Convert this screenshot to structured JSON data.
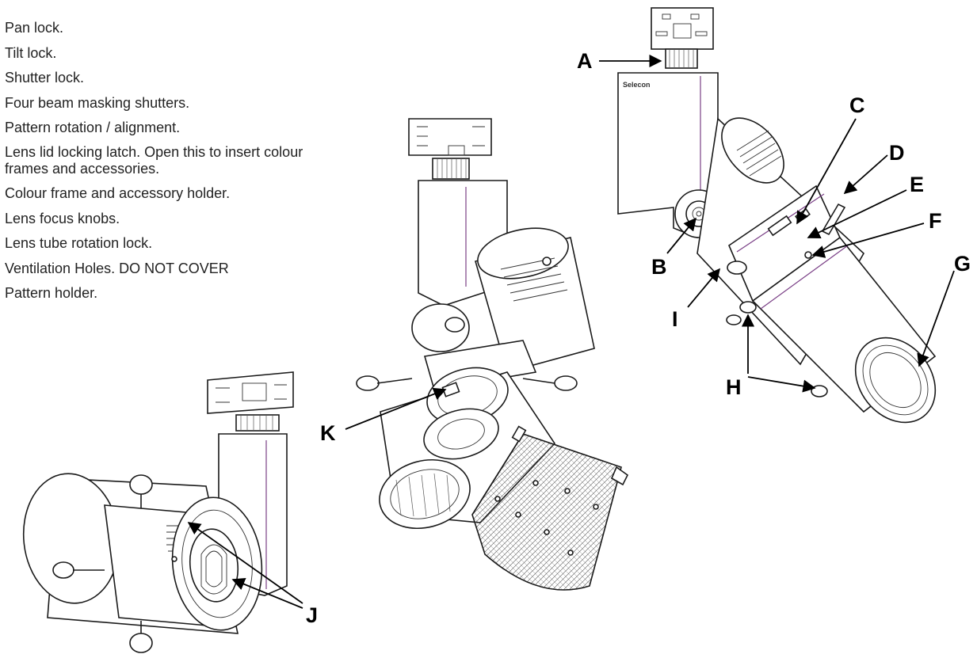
{
  "legend": [
    "Pan lock.",
    "Tilt lock.",
    "Shutter lock.",
    "Four beam masking shutters.",
    "Pattern rotation / alignment.",
    "Lens lid locking latch. Open this to insert colour frames and accessories.",
    "Colour frame and accessory holder.",
    "Lens focus knobs.",
    "Lens tube rotation lock.",
    "Ventilation Holes.  DO NOT COVER",
    "Pattern holder."
  ],
  "callouts": {
    "a": "A",
    "b": "B",
    "c": "C",
    "d": "D",
    "e": "E",
    "f": "F",
    "g": "G",
    "h": "H",
    "i": "I",
    "j": "J",
    "k": "K"
  },
  "brand_label": "Selecon"
}
